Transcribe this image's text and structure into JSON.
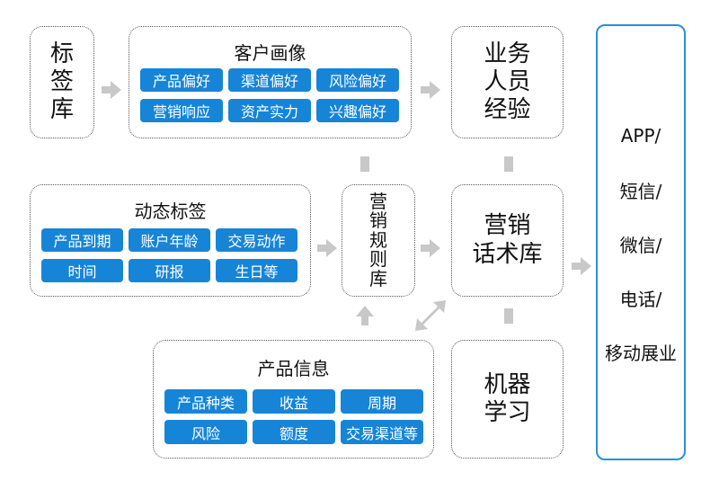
{
  "tag_library": {
    "lines": [
      "标",
      "签",
      "库"
    ]
  },
  "customer_profile": {
    "title": "客户画像",
    "chips": [
      "产品偏好",
      "渠道偏好",
      "风险偏好",
      "营销响应",
      "资产实力",
      "兴趣偏好"
    ]
  },
  "sales_experience": {
    "lines": [
      "业务",
      "人员",
      "经验"
    ]
  },
  "dynamic_tags": {
    "title": "动态标签",
    "chips": [
      "产品到期",
      "账户年龄",
      "交易动作",
      "时间",
      "研报",
      "生日等"
    ]
  },
  "marketing_rules": {
    "lines": [
      "营",
      "销",
      "规",
      "则",
      "库"
    ]
  },
  "script_library": {
    "lines": [
      "营销",
      "话术库"
    ]
  },
  "product_info": {
    "title": "产品信息",
    "chips": [
      "产品种类",
      "收益",
      "周期",
      "风险",
      "额度",
      "交易渠道等"
    ]
  },
  "machine_learning": {
    "lines": [
      "机器",
      "学习"
    ]
  },
  "channels": {
    "items": [
      "APP/",
      "短信/",
      "微信/",
      "电话/",
      "移动展业"
    ]
  },
  "colors": {
    "chip": "#1685d8",
    "channel_border": "#2a8fd6",
    "arrow": "#c8c8c8"
  }
}
